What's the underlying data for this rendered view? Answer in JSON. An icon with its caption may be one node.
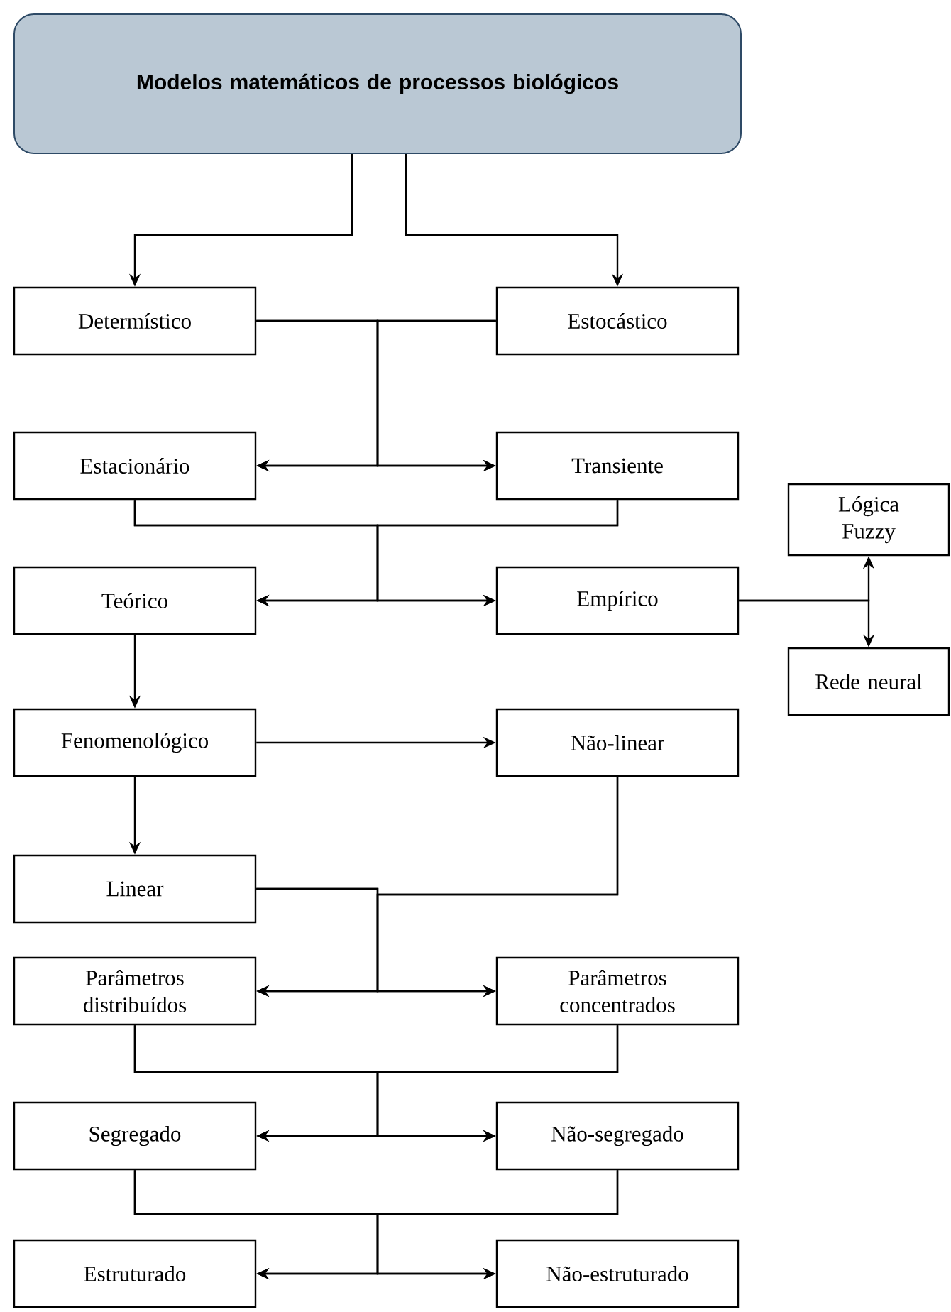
{
  "diagram": {
    "nodes": [
      {
        "text": [
          "Modelos matemáticos de processos biológicos"
        ]
      },
      {
        "text": [
          "Determístico"
        ]
      },
      {
        "text": [
          "Estocástico"
        ]
      },
      {
        "text": [
          "Estacionário"
        ]
      },
      {
        "text": [
          "Transiente"
        ]
      },
      {
        "text": [
          "Teórico"
        ]
      },
      {
        "text": [
          "Empírico"
        ]
      },
      {
        "text": [
          "Lógica Fuzzy"
        ]
      },
      {
        "text": [
          "Rede neural"
        ]
      },
      {
        "text": [
          "Fenomenológico"
        ]
      },
      {
        "text": [
          "Não-linear"
        ]
      },
      {
        "text": [
          "Linear"
        ]
      },
      {
        "text": [
          "Parâmetros distribuídos"
        ]
      },
      {
        "text": [
          "Parâmetros concentrados"
        ]
      },
      {
        "text": [
          "Segregado"
        ]
      },
      {
        "text": [
          "Não-segregado"
        ]
      },
      {
        "text": [
          "Estruturado"
        ]
      },
      {
        "text": [
          "Não-estruturado"
        ]
      }
    ],
    "edges": [
      {
        "from": 0,
        "to": 1,
        "arrow": "to"
      },
      {
        "from": 0,
        "to": 2,
        "arrow": "to"
      },
      {
        "from": 1,
        "to": 3,
        "arrow": "to"
      },
      {
        "from": 1,
        "to": 4,
        "arrow": "to"
      },
      {
        "from": 2,
        "to": 3,
        "arrow": "to"
      },
      {
        "from": 2,
        "to": 4,
        "arrow": "to"
      },
      {
        "from": 3,
        "to": 5,
        "arrow": "to"
      },
      {
        "from": 3,
        "to": 6,
        "arrow": "to"
      },
      {
        "from": 4,
        "to": 5,
        "arrow": "to"
      },
      {
        "from": 4,
        "to": 6,
        "arrow": "to"
      },
      {
        "from": 6,
        "to": 7,
        "arrow": "to"
      },
      {
        "from": 6,
        "to": 8,
        "arrow": "to"
      },
      {
        "from": 5,
        "to": 9,
        "arrow": "to"
      },
      {
        "from": 9,
        "to": 10,
        "arrow": "to"
      },
      {
        "from": 9,
        "to": 11,
        "arrow": "to"
      },
      {
        "from": 11,
        "to": 12,
        "arrow": "to"
      },
      {
        "from": 11,
        "to": 13,
        "arrow": "to"
      },
      {
        "from": 10,
        "to": 12,
        "arrow": "to"
      },
      {
        "from": 10,
        "to": 13,
        "arrow": "to"
      },
      {
        "from": 12,
        "to": 14,
        "arrow": "to"
      },
      {
        "from": 12,
        "to": 15,
        "arrow": "to"
      },
      {
        "from": 13,
        "to": 14,
        "arrow": "to"
      },
      {
        "from": 13,
        "to": 15,
        "arrow": "to"
      },
      {
        "from": 14,
        "to": 16,
        "arrow": "to"
      },
      {
        "from": 14,
        "to": 17,
        "arrow": "to"
      },
      {
        "from": 15,
        "to": 16,
        "arrow": "to"
      },
      {
        "from": 15,
        "to": 17,
        "arrow": "to"
      }
    ]
  }
}
